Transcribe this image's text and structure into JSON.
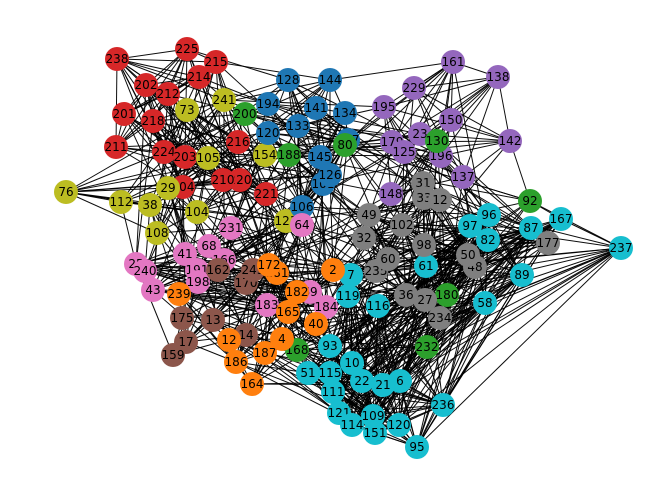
{
  "colors": {
    "red": "#d62728",
    "olive": "#bcbd22",
    "blue": "#1f77b4",
    "purple": "#9467bd",
    "green": "#2ca02c",
    "cyan": "#17becf",
    "gray": "#7f7f7f",
    "pink": "#e377c2",
    "brown": "#8c564b",
    "orange": "#ff7f0e",
    "edge": "#000000"
  },
  "chart_data": {
    "type": "network",
    "nodes": [
      {
        "id": "238",
        "group": "red"
      },
      {
        "id": "225",
        "group": "red"
      },
      {
        "id": "215",
        "group": "red"
      },
      {
        "id": "202",
        "group": "red"
      },
      {
        "id": "212",
        "group": "red"
      },
      {
        "id": "214",
        "group": "red"
      },
      {
        "id": "201",
        "group": "red"
      },
      {
        "id": "218",
        "group": "red"
      },
      {
        "id": "211",
        "group": "red"
      },
      {
        "id": "224",
        "group": "red"
      },
      {
        "id": "203",
        "group": "red"
      },
      {
        "id": "216",
        "group": "red"
      },
      {
        "id": "204",
        "group": "red"
      },
      {
        "id": "221",
        "group": "red"
      },
      {
        "id": "220",
        "group": "red"
      },
      {
        "id": "210",
        "group": "red"
      },
      {
        "id": "73",
        "group": "olive"
      },
      {
        "id": "241",
        "group": "olive"
      },
      {
        "id": "105",
        "group": "olive"
      },
      {
        "id": "76",
        "group": "olive"
      },
      {
        "id": "112",
        "group": "olive"
      },
      {
        "id": "38",
        "group": "olive"
      },
      {
        "id": "108",
        "group": "olive"
      },
      {
        "id": "104",
        "group": "olive"
      },
      {
        "id": "154",
        "group": "olive"
      },
      {
        "id": "29",
        "group": "olive"
      },
      {
        "id": "123",
        "group": "olive"
      },
      {
        "id": "144",
        "group": "blue"
      },
      {
        "id": "128",
        "group": "blue"
      },
      {
        "id": "194",
        "group": "blue"
      },
      {
        "id": "120",
        "group": "blue"
      },
      {
        "id": "133",
        "group": "blue"
      },
      {
        "id": "134",
        "group": "blue"
      },
      {
        "id": "141",
        "group": "blue"
      },
      {
        "id": "145",
        "group": "blue"
      },
      {
        "id": "101",
        "group": "blue"
      },
      {
        "id": "106",
        "group": "blue"
      },
      {
        "id": "127",
        "group": "blue"
      },
      {
        "id": "126",
        "group": "blue"
      },
      {
        "id": "161",
        "group": "purple"
      },
      {
        "id": "138",
        "group": "purple"
      },
      {
        "id": "229",
        "group": "purple"
      },
      {
        "id": "195",
        "group": "purple"
      },
      {
        "id": "150",
        "group": "purple"
      },
      {
        "id": "142",
        "group": "purple"
      },
      {
        "id": "23",
        "group": "purple"
      },
      {
        "id": "179",
        "group": "purple"
      },
      {
        "id": "125",
        "group": "purple"
      },
      {
        "id": "196",
        "group": "purple"
      },
      {
        "id": "137",
        "group": "purple"
      },
      {
        "id": "148",
        "group": "purple"
      },
      {
        "id": "200",
        "group": "green"
      },
      {
        "id": "188",
        "group": "green"
      },
      {
        "id": "80",
        "group": "green"
      },
      {
        "id": "130",
        "group": "green"
      },
      {
        "id": "92",
        "group": "green"
      },
      {
        "id": "180",
        "group": "green"
      },
      {
        "id": "232",
        "group": "green"
      },
      {
        "id": "168",
        "group": "green"
      },
      {
        "id": "167",
        "group": "cyan"
      },
      {
        "id": "237",
        "group": "cyan"
      },
      {
        "id": "87",
        "group": "cyan"
      },
      {
        "id": "82",
        "group": "cyan"
      },
      {
        "id": "96",
        "group": "cyan"
      },
      {
        "id": "97",
        "group": "cyan"
      },
      {
        "id": "89",
        "group": "cyan"
      },
      {
        "id": "58",
        "group": "cyan"
      },
      {
        "id": "93",
        "group": "cyan"
      },
      {
        "id": "51",
        "group": "cyan"
      },
      {
        "id": "115",
        "group": "cyan"
      },
      {
        "id": "111",
        "group": "cyan"
      },
      {
        "id": "121",
        "group": "cyan"
      },
      {
        "id": "114",
        "group": "cyan"
      },
      {
        "id": "109",
        "group": "cyan"
      },
      {
        "id": "151",
        "group": "cyan"
      },
      {
        "id": "120",
        "group": "cyan"
      },
      {
        "id": "95",
        "group": "cyan"
      },
      {
        "id": "236",
        "group": "cyan"
      },
      {
        "id": "6",
        "group": "cyan"
      },
      {
        "id": "10",
        "group": "cyan"
      },
      {
        "id": "22",
        "group": "cyan"
      },
      {
        "id": "21",
        "group": "cyan"
      },
      {
        "id": "7",
        "group": "cyan"
      },
      {
        "id": "119",
        "group": "cyan"
      },
      {
        "id": "116",
        "group": "cyan"
      },
      {
        "id": "61",
        "group": "cyan"
      },
      {
        "id": "177",
        "group": "gray"
      },
      {
        "id": "48",
        "group": "gray"
      },
      {
        "id": "50",
        "group": "gray"
      },
      {
        "id": "234",
        "group": "gray"
      },
      {
        "id": "27",
        "group": "gray"
      },
      {
        "id": "36",
        "group": "gray"
      },
      {
        "id": "235",
        "group": "gray"
      },
      {
        "id": "60",
        "group": "gray"
      },
      {
        "id": "49",
        "group": "gray"
      },
      {
        "id": "32",
        "group": "gray"
      },
      {
        "id": "31",
        "group": "gray"
      },
      {
        "id": "33",
        "group": "gray"
      },
      {
        "id": "98",
        "group": "gray"
      },
      {
        "id": "102",
        "group": "gray"
      },
      {
        "id": "12",
        "group": "gray"
      },
      {
        "id": "25",
        "group": "pink"
      },
      {
        "id": "240",
        "group": "pink"
      },
      {
        "id": "43",
        "group": "pink"
      },
      {
        "id": "41",
        "group": "pink"
      },
      {
        "id": "191",
        "group": "pink"
      },
      {
        "id": "198",
        "group": "pink"
      },
      {
        "id": "68",
        "group": "pink"
      },
      {
        "id": "166",
        "group": "pink"
      },
      {
        "id": "183",
        "group": "pink"
      },
      {
        "id": "231",
        "group": "pink"
      },
      {
        "id": "64",
        "group": "pink"
      },
      {
        "id": "69",
        "group": "pink"
      },
      {
        "id": "184",
        "group": "pink"
      },
      {
        "id": "175",
        "group": "brown"
      },
      {
        "id": "17",
        "group": "brown"
      },
      {
        "id": "159",
        "group": "brown"
      },
      {
        "id": "13",
        "group": "brown"
      },
      {
        "id": "14",
        "group": "brown"
      },
      {
        "id": "162",
        "group": "brown"
      },
      {
        "id": "170",
        "group": "brown"
      },
      {
        "id": "245",
        "group": "brown"
      },
      {
        "id": "239",
        "group": "orange"
      },
      {
        "id": "12",
        "group": "orange"
      },
      {
        "id": "186",
        "group": "orange"
      },
      {
        "id": "164",
        "group": "orange"
      },
      {
        "id": "187",
        "group": "orange"
      },
      {
        "id": "4",
        "group": "orange"
      },
      {
        "id": "40",
        "group": "orange"
      },
      {
        "id": "165",
        "group": "orange"
      },
      {
        "id": "182",
        "group": "orange"
      },
      {
        "id": "181",
        "group": "orange"
      },
      {
        "id": "172",
        "group": "orange"
      },
      {
        "id": "2",
        "group": "orange"
      }
    ]
  }
}
